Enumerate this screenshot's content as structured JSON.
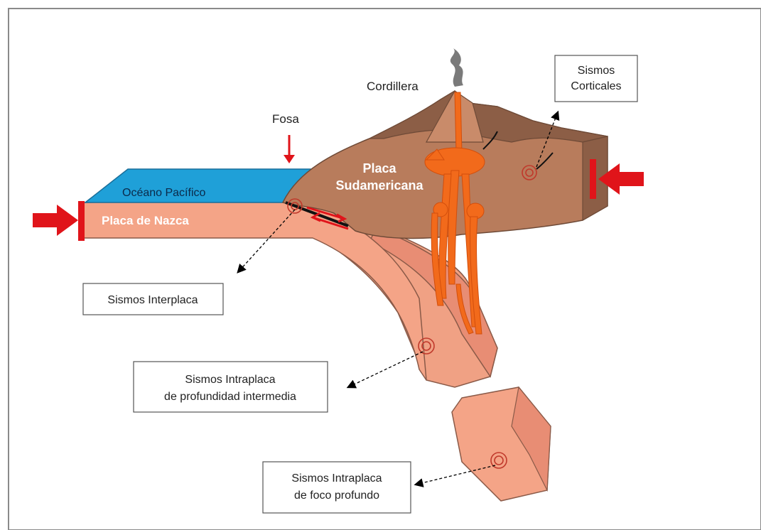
{
  "labels": {
    "cordillera": "Cordillera",
    "fosa": "Fosa",
    "oceano": "Océano Pacífico",
    "nazca": "Placa de Nazca",
    "sudamericana_line1": "Placa",
    "sudamericana_line2": "Sudamericana"
  },
  "callouts": {
    "corticales_line1": "Sismos",
    "corticales_line2": "Corticales",
    "interplaca": "Sismos Interplaca",
    "intermedia_line1": "Sismos Intraplaca",
    "intermedia_line2": "de profundidad intermedia",
    "profundo_line1": "Sismos Intraplaca",
    "profundo_line2": "de foco profundo"
  },
  "colors": {
    "ocean": "#1fa0d8",
    "nazca_top": "#f4a487",
    "nazca_side": "#e8896c",
    "continent": "#b87c5c",
    "continent_top": "#8c5e46",
    "magma": "#f26a1b",
    "arrow_red": "#e0141a"
  }
}
